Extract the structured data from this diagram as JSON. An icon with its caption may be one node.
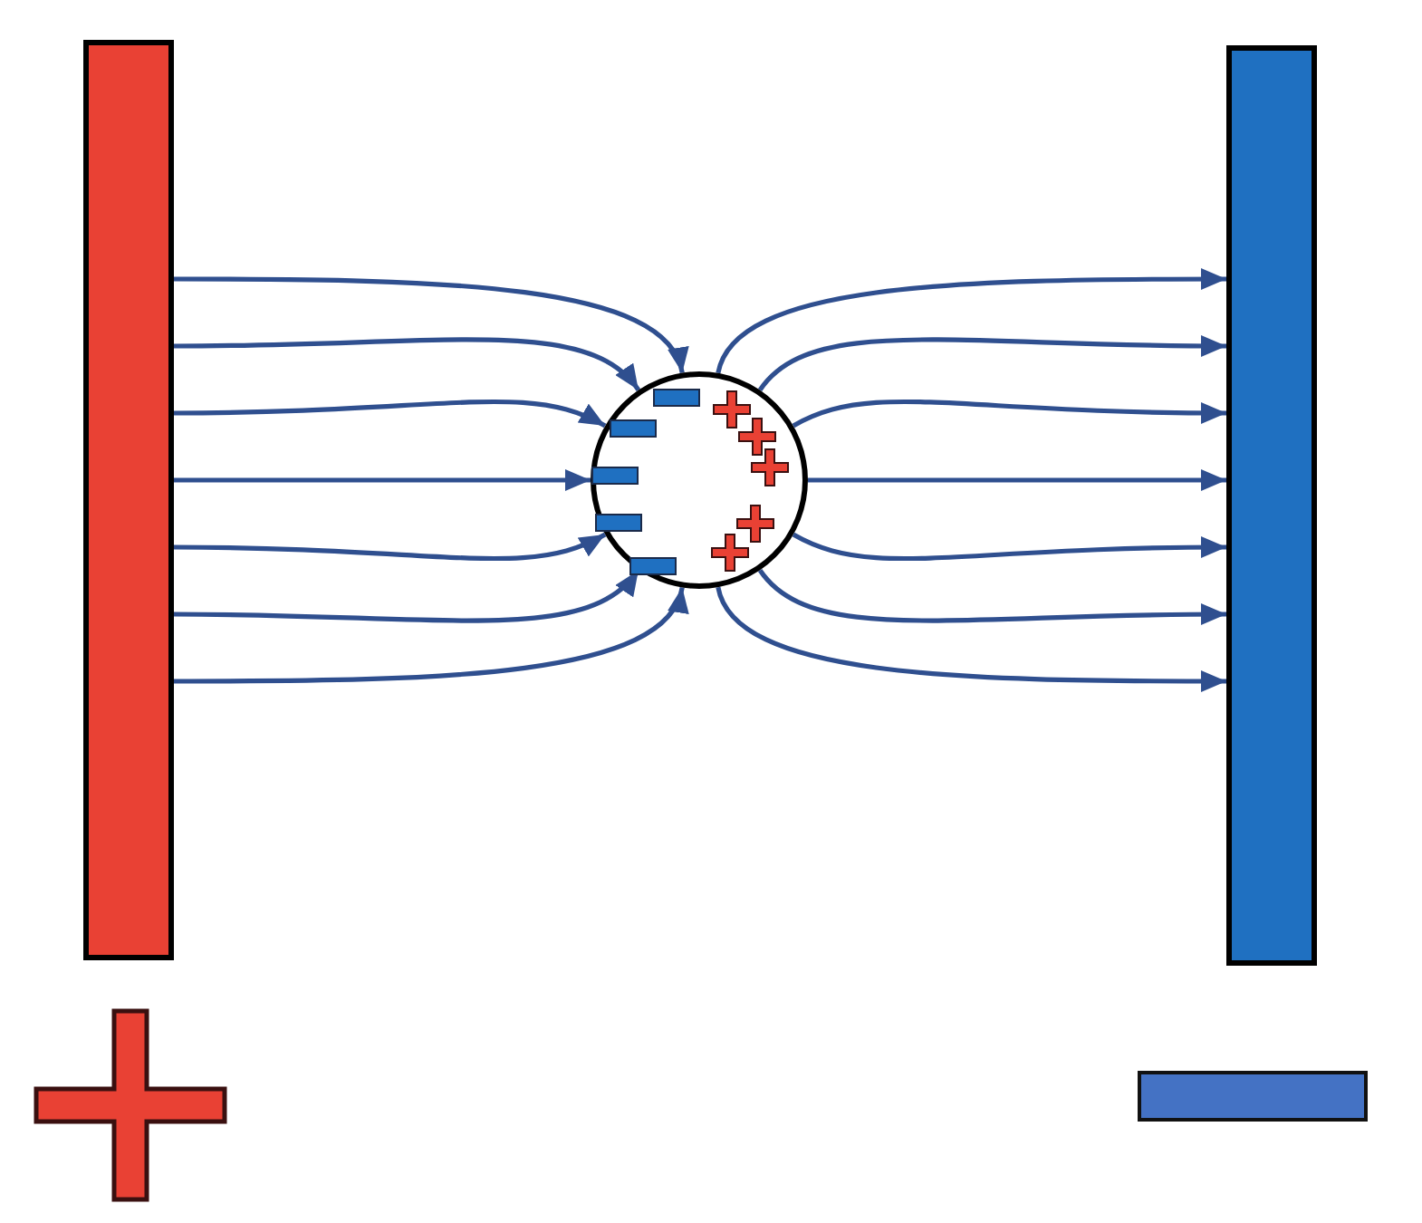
{
  "diagram": {
    "nodes": [
      {
        "text": [],
        "shape": "bar"
      },
      {
        "text": [],
        "shape": "circle"
      },
      {
        "text": [],
        "shape": "bar"
      }
    ],
    "edges": [
      {
        "from": 0,
        "to": 1,
        "arrow": "to"
      },
      {
        "from": 0,
        "to": 1,
        "arrow": "to"
      },
      {
        "from": 0,
        "to": 1,
        "arrow": "to"
      },
      {
        "from": 0,
        "to": 1,
        "arrow": "to"
      },
      {
        "from": 0,
        "to": 1,
        "arrow": "to"
      },
      {
        "from": 0,
        "to": 1,
        "arrow": "to"
      },
      {
        "from": 0,
        "to": 1,
        "arrow": "to"
      },
      {
        "from": 1,
        "to": 2,
        "arrow": "to"
      },
      {
        "from": 1,
        "to": 2,
        "arrow": "to"
      },
      {
        "from": 1,
        "to": 2,
        "arrow": "to"
      },
      {
        "from": 1,
        "to": 2,
        "arrow": "to"
      },
      {
        "from": 1,
        "to": 2,
        "arrow": "to"
      },
      {
        "from": 1,
        "to": 2,
        "arrow": "to"
      },
      {
        "from": 1,
        "to": 2,
        "arrow": "to"
      }
    ]
  }
}
